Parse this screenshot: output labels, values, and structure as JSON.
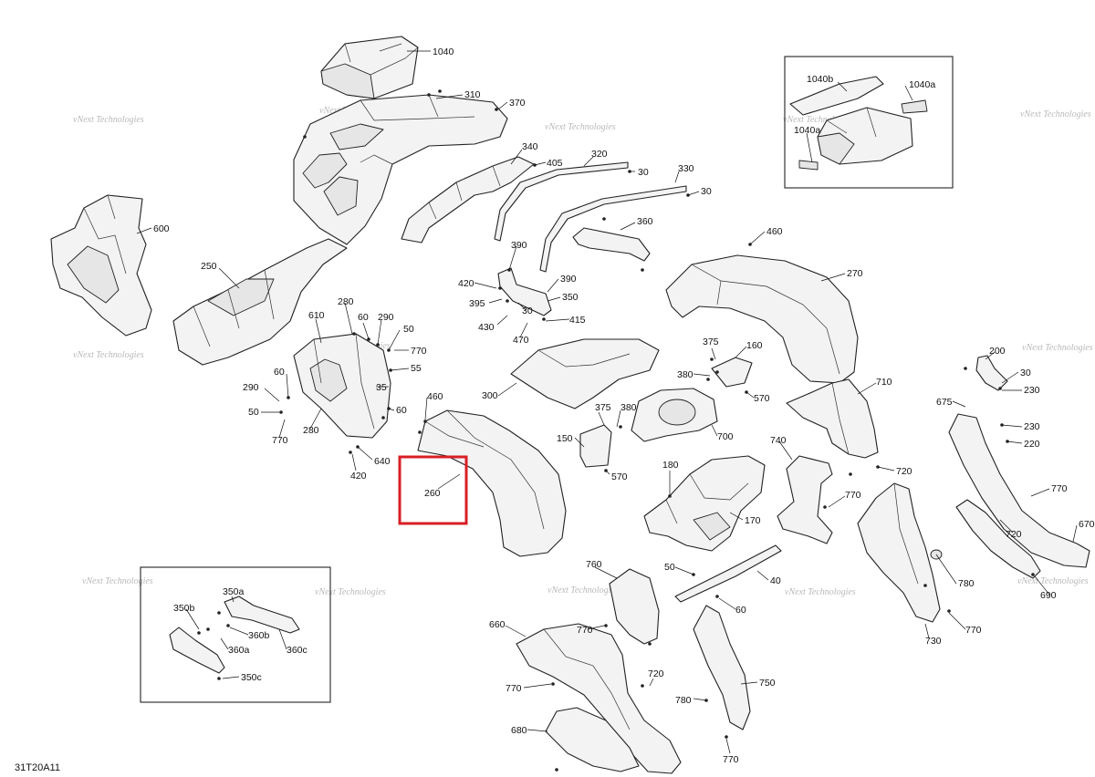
{
  "diagram_code": "31T20A11",
  "watermark": {
    "line1": "vNext",
    "line2": "Technologies",
    "full": "vNext Technologies"
  },
  "highlighted_part": "260",
  "labels": {
    "l1040": "1040",
    "l310": "310",
    "l370": "370",
    "l340": "340",
    "l405": "405",
    "l320": "320",
    "l30a": "30",
    "l330": "330",
    "l30b": "30",
    "l600": "600",
    "l360": "360",
    "l460a": "460",
    "l250": "250",
    "l390a": "390",
    "l420a": "420",
    "l390b": "390",
    "l395": "395",
    "l30c": "30",
    "l350": "350",
    "l270": "270",
    "l280a": "280",
    "l610": "610",
    "l60a": "60",
    "l290a": "290",
    "l50a": "50",
    "l430": "430",
    "l415": "415",
    "l770a": "770",
    "l470": "470",
    "l55": "55",
    "l375a": "375",
    "l160": "160",
    "l200": "200",
    "l30d": "30",
    "l60b": "60",
    "l35": "35",
    "l380a": "380",
    "l290b": "290",
    "l300": "300",
    "l230a": "230",
    "l570a": "570",
    "l710": "710",
    "l675": "675",
    "l460b": "460",
    "l50b": "50",
    "l60c": "60",
    "l375b": "375",
    "l380b": "380",
    "l280b": "280",
    "l770b": "770",
    "l700": "700",
    "l230b": "230",
    "l150": "150",
    "l740": "740",
    "l220": "220",
    "l640": "640",
    "l570b": "570",
    "l420b": "420",
    "l720a": "720",
    "l180": "180",
    "l260": "260",
    "l770c": "770",
    "l170": "170",
    "l770d": "770",
    "l670": "670",
    "l720b": "720",
    "l760": "760",
    "l50c": "50",
    "l40": "40",
    "l780a": "780",
    "l690": "690",
    "l60d": "60",
    "l770e": "770",
    "l660": "660",
    "l770f": "770",
    "l730": "730",
    "l720c": "720",
    "l750": "750",
    "l770g": "770",
    "l780b": "780",
    "l680": "680",
    "l770h": "770",
    "l1040b": "1040b",
    "l1040a_1": "1040a",
    "l1040a_2": "1040a",
    "l350a": "350a",
    "l350b": "350b",
    "l360b": "360b",
    "l360a": "360a",
    "l360c": "360c",
    "l350c": "350c"
  }
}
